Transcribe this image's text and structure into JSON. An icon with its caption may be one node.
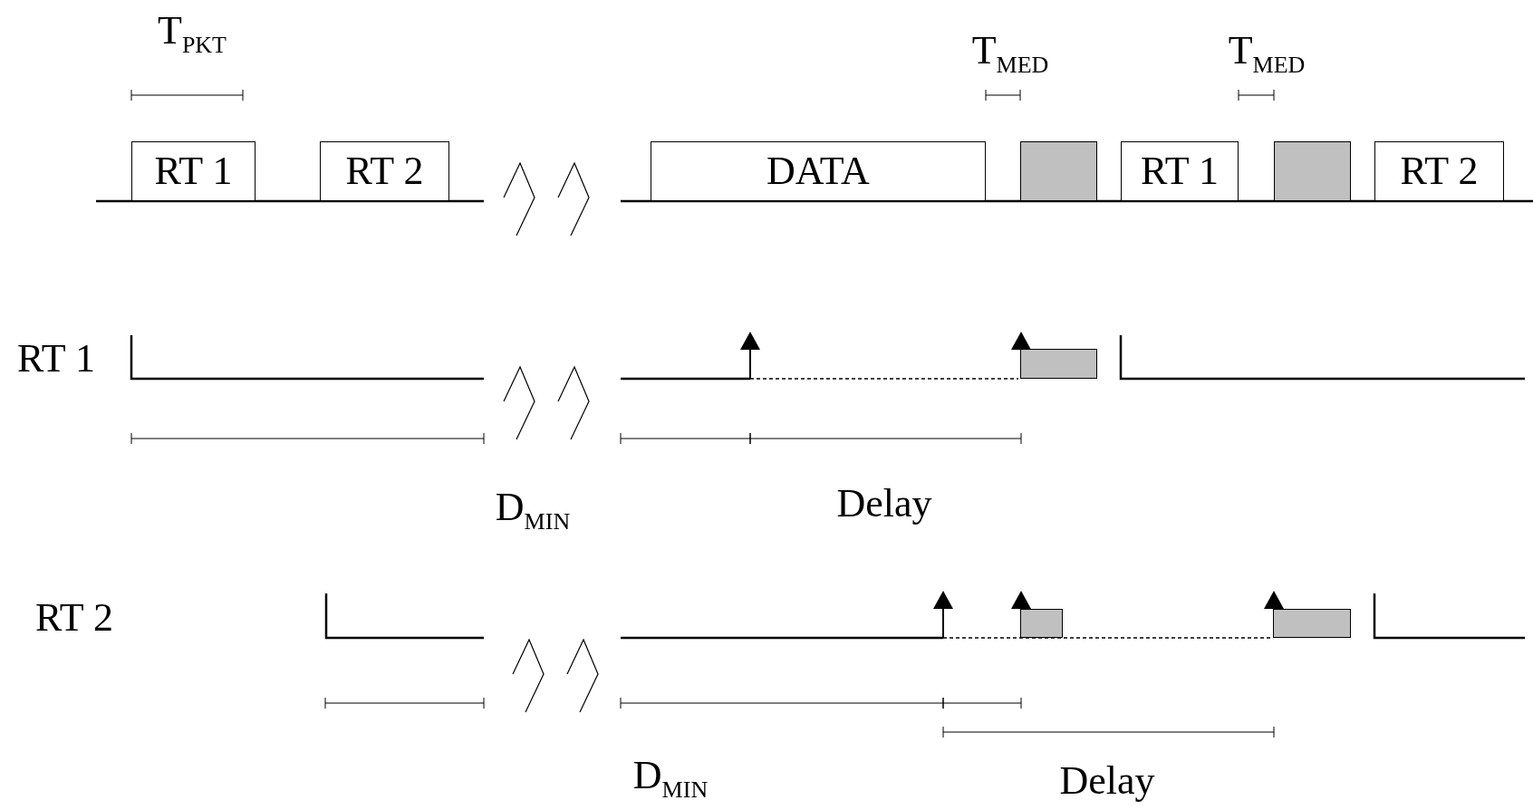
{
  "diagram": {
    "nodes": [
      {
        "text": [
          "RT 1"
        ]
      },
      {
        "text": [
          "RT 2"
        ]
      },
      {
        "text": [
          "DATA"
        ]
      },
      {
        "text": [],
        "shape": "box"
      },
      {
        "text": [
          "RT 1"
        ]
      },
      {
        "text": [],
        "shape": "box"
      },
      {
        "text": [
          "RT 2"
        ]
      },
      {
        "text": [],
        "shape": "box"
      },
      {
        "text": [],
        "shape": "box"
      },
      {
        "text": [],
        "shape": "box"
      }
    ],
    "edges": [],
    "labels": [
      "T$_{PKT}$",
      "T$_{MED}$",
      "T$_{MED}$",
      "RT 1",
      "RT 2",
      "D$_{MIN}$",
      "Delay",
      "D$_{MIN}$",
      "Delay"
    ]
  }
}
